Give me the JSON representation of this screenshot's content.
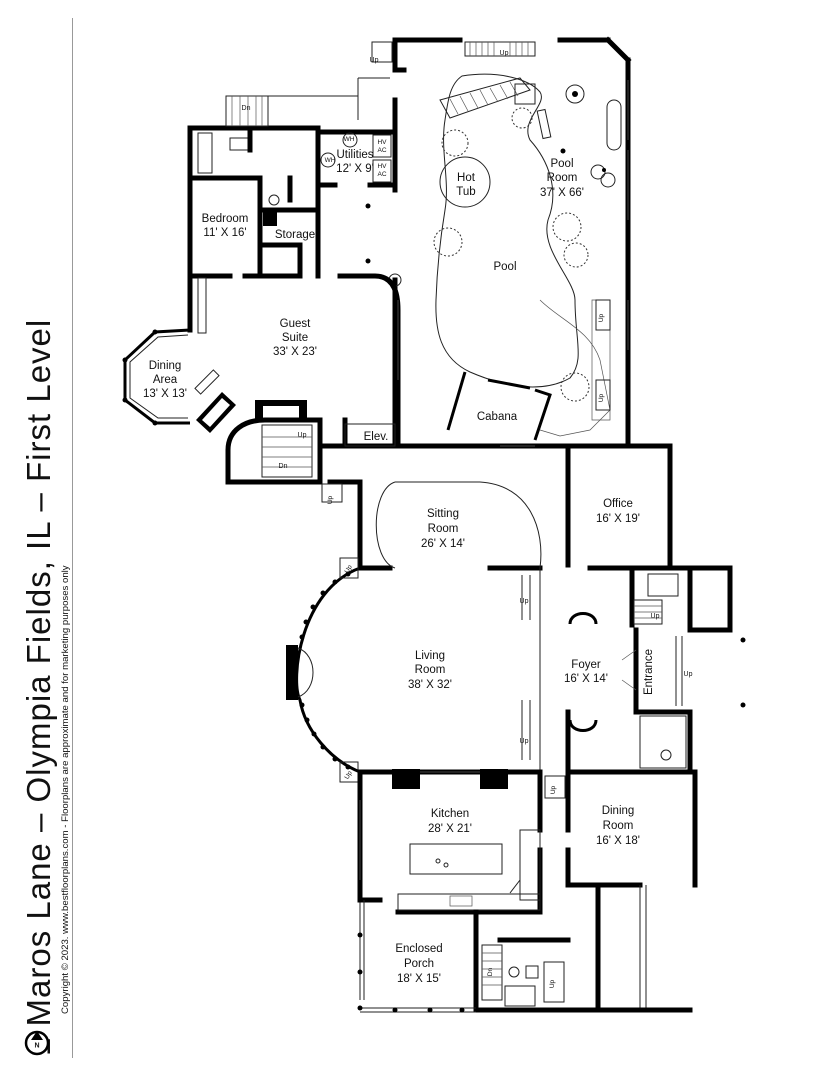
{
  "title": "1 Maros Lane – Olympia Fields, IL – First Level",
  "copyright": "Copyright © 2023.  www.bestfloorplans.com - Floorplans are approximate and for marketing purposes only",
  "compass": "N",
  "icons": {
    "compass": "north-arrow-icon"
  },
  "rooms": {
    "pool_room": {
      "name": "Pool\nRoom",
      "size": "37' X 66'"
    },
    "hot_tub": {
      "name": "Hot\nTub"
    },
    "pool": {
      "name": "Pool"
    },
    "cabana": {
      "name": "Cabana"
    },
    "utilities": {
      "name": "Utilities",
      "size": "12' X 9'"
    },
    "bedroom": {
      "name": "Bedroom",
      "size": "11' X 16'"
    },
    "storage": {
      "name": "Storage"
    },
    "guest_suite": {
      "name": "Guest\nSuite",
      "size": "33' X 23'"
    },
    "dining_area": {
      "name": "Dining\nArea",
      "size": "13' X 13'"
    },
    "elevator": {
      "name": "Elev."
    },
    "office": {
      "name": "Office",
      "size": "16' X 19'"
    },
    "sitting_room": {
      "name": "Sitting\nRoom",
      "size": "26' X 14'"
    },
    "living_room": {
      "name": "Living\nRoom",
      "size": "38' X 32'"
    },
    "foyer": {
      "name": "Foyer",
      "size": "16' X 14'"
    },
    "entrance": {
      "name": "Entrance"
    },
    "kitchen": {
      "name": "Kitchen",
      "size": "28' X 21'"
    },
    "dining_room": {
      "name": "Dining\nRoom",
      "size": "16' X 18'"
    },
    "enclosed_porch": {
      "name": "Enclosed\nPorch",
      "size": "18' X 15'"
    }
  },
  "equipment": {
    "wh": "WH",
    "hvac": "HV\nAC"
  },
  "stair_labels": {
    "up": "Up",
    "dn": "Dn"
  }
}
